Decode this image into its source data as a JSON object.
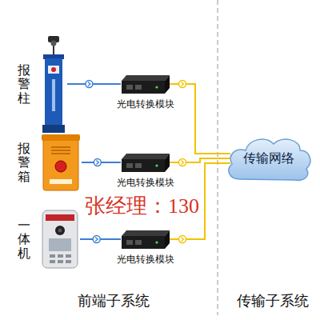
{
  "diagram": {
    "nodes": [
      {
        "text": [
          "报警柱"
        ]
      },
      {
        "text": [
          "光电转换模块"
        ]
      },
      {
        "text": [
          "报警箱"
        ]
      },
      {
        "text": [
          "光电转换模块"
        ]
      },
      {
        "text": [
          "一体机"
        ]
      },
      {
        "text": [
          "光电转换模块"
        ]
      },
      {
        "text": [
          "传输网络"
        ]
      }
    ],
    "edges": [
      {
        "from": 0,
        "to": 1,
        "arrow": "none"
      },
      {
        "from": 1,
        "to": 6,
        "arrow": "none"
      },
      {
        "from": 2,
        "to": 3,
        "arrow": "none"
      },
      {
        "from": 3,
        "to": 6,
        "arrow": "none"
      },
      {
        "from": 4,
        "to": 5,
        "arrow": "none"
      },
      {
        "from": 5,
        "to": 6,
        "arrow": "none"
      }
    ],
    "labels": [
      "张经理：130",
      "前端子系统",
      "传输子系统"
    ]
  }
}
